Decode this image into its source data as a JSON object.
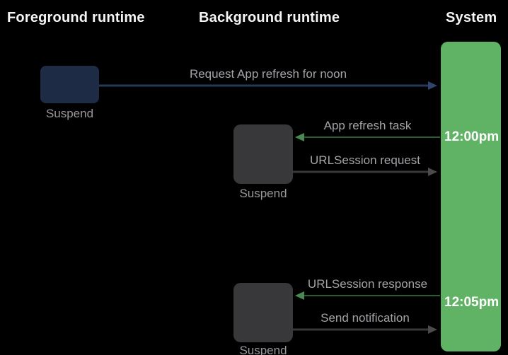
{
  "columns": [
    {
      "label": "Foreground runtime"
    },
    {
      "label": "Background runtime"
    },
    {
      "label": "System"
    }
  ],
  "foreground": {
    "box_label": "Suspend"
  },
  "background_sessions": [
    {
      "box_label": "Suspend"
    },
    {
      "box_label": "Suspend"
    }
  ],
  "system_timeline": {
    "times": [
      {
        "label": "12:00pm"
      },
      {
        "label": "12:05pm"
      }
    ]
  },
  "arrows": [
    {
      "label": "Request App refresh for noon",
      "direction": "right",
      "color": "blue"
    },
    {
      "label": "App refresh task",
      "direction": "left",
      "color": "green"
    },
    {
      "label": "URLSession request",
      "direction": "right",
      "color": "gray"
    },
    {
      "label": "URLSession response",
      "direction": "left",
      "color": "green"
    },
    {
      "label": "Send notification",
      "direction": "right",
      "color": "gray"
    }
  ],
  "colors": {
    "bg": "#000000",
    "header-text": "#f5f5f7",
    "label-text": "#a3a3a8",
    "suspend-text": "#98989d",
    "time-text": "#ffffff",
    "system-bar": "#60b365",
    "foreground-box": "#1e2b44",
    "background-box": "#38383a",
    "blue-shaft": "#26395b",
    "blue-head": "#31456c",
    "green-shaft": "#2b5c33",
    "green-head": "#4a8a52",
    "gray-shaft": "#38383a",
    "gray-head": "#4b4b4d"
  }
}
